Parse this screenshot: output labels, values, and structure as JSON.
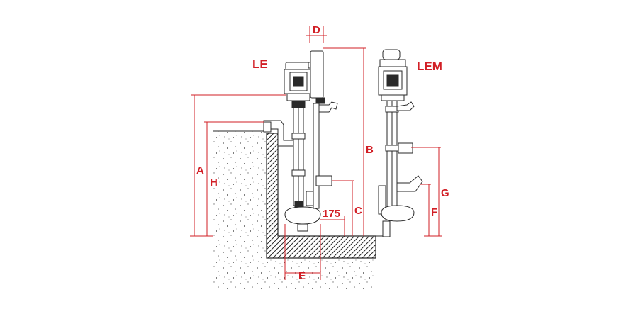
{
  "labels": {
    "le": "LE",
    "lem": "LEM",
    "a": "A",
    "b": "B",
    "c": "C",
    "d": "D",
    "e": "E",
    "f": "F",
    "g": "G",
    "h": "H",
    "dim_175": "175"
  },
  "colors": {
    "dimension_red": "#d21f26",
    "line_ink": "#2a2a2a",
    "background": "#ffffff"
  }
}
